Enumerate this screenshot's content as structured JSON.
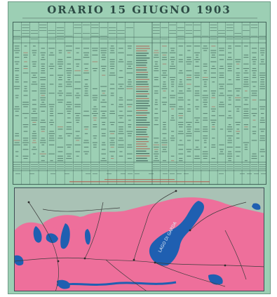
{
  "poster": {
    "title": "ORARIO 15 GIUGNO 1903",
    "map_label": "LAGO DI GARDA"
  },
  "colors": {
    "background": "#9ccfb4",
    "ink": "#2c4a44",
    "red_ink": "#b2574a",
    "land_pink": "#ee6f9b",
    "land_grey": "#a9c2b5",
    "water": "#1f5fb1",
    "rail": "#3c3c3c"
  },
  "timetable": {
    "left_columns": 14,
    "right_columns": 14
  }
}
